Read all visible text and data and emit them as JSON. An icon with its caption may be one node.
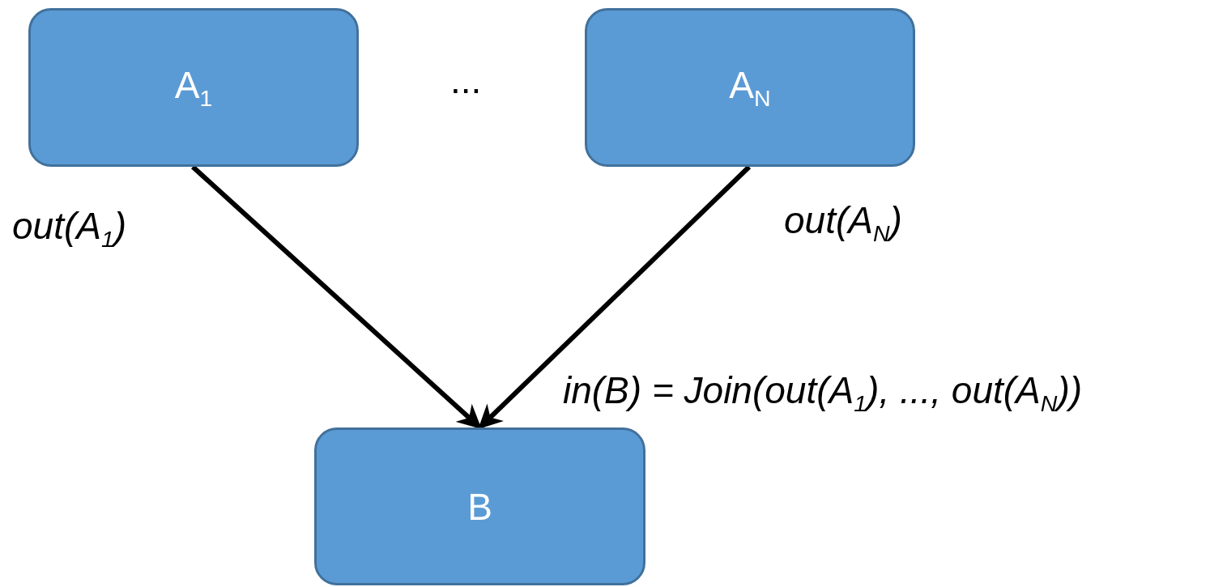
{
  "diagram": {
    "nodes": [
      {
        "text": [
          "A$_{1}$"
        ]
      },
      {
        "text": [
          "A$_{N}$"
        ]
      },
      {
        "text": [
          "B"
        ]
      }
    ],
    "edges": [
      {
        "from": 0,
        "to": 2,
        "arrow": "to",
        "label": "out(A$_{1}$)"
      },
      {
        "from": 1,
        "to": 2,
        "arrow": "to",
        "label": "out(A$_{N}$)"
      }
    ],
    "labels": [
      "...",
      "in(B) = Join(out(A$_{1}$), ..., out(A$_{N}$))"
    ]
  }
}
